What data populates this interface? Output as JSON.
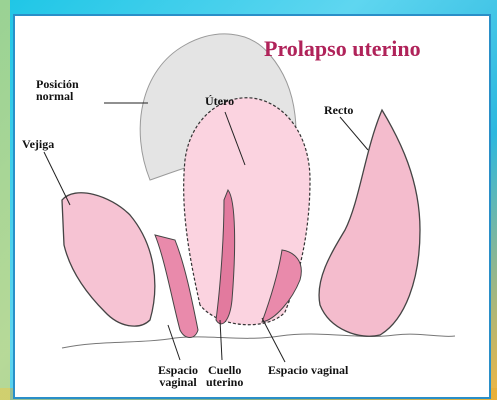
{
  "title": "Prolapso uterino",
  "labels": {
    "posicion_line1": "Posición",
    "posicion_line2": "normal",
    "utero": "Útero",
    "recto": "Recto",
    "vejiga": "Vejiga",
    "espacio_vaginal_left_line1": "Espacio",
    "espacio_vaginal_left_line2": "vaginal",
    "cuello_line1": "Cuello",
    "cuello_line2": "uterino",
    "espacio_vaginal_right": "Espacio vaginal"
  },
  "colors": {
    "title": "#b0235a",
    "tissue": "#f3b7c9",
    "tissue_dark": "#e07a9c",
    "normal_position": "#e2e2e2"
  }
}
